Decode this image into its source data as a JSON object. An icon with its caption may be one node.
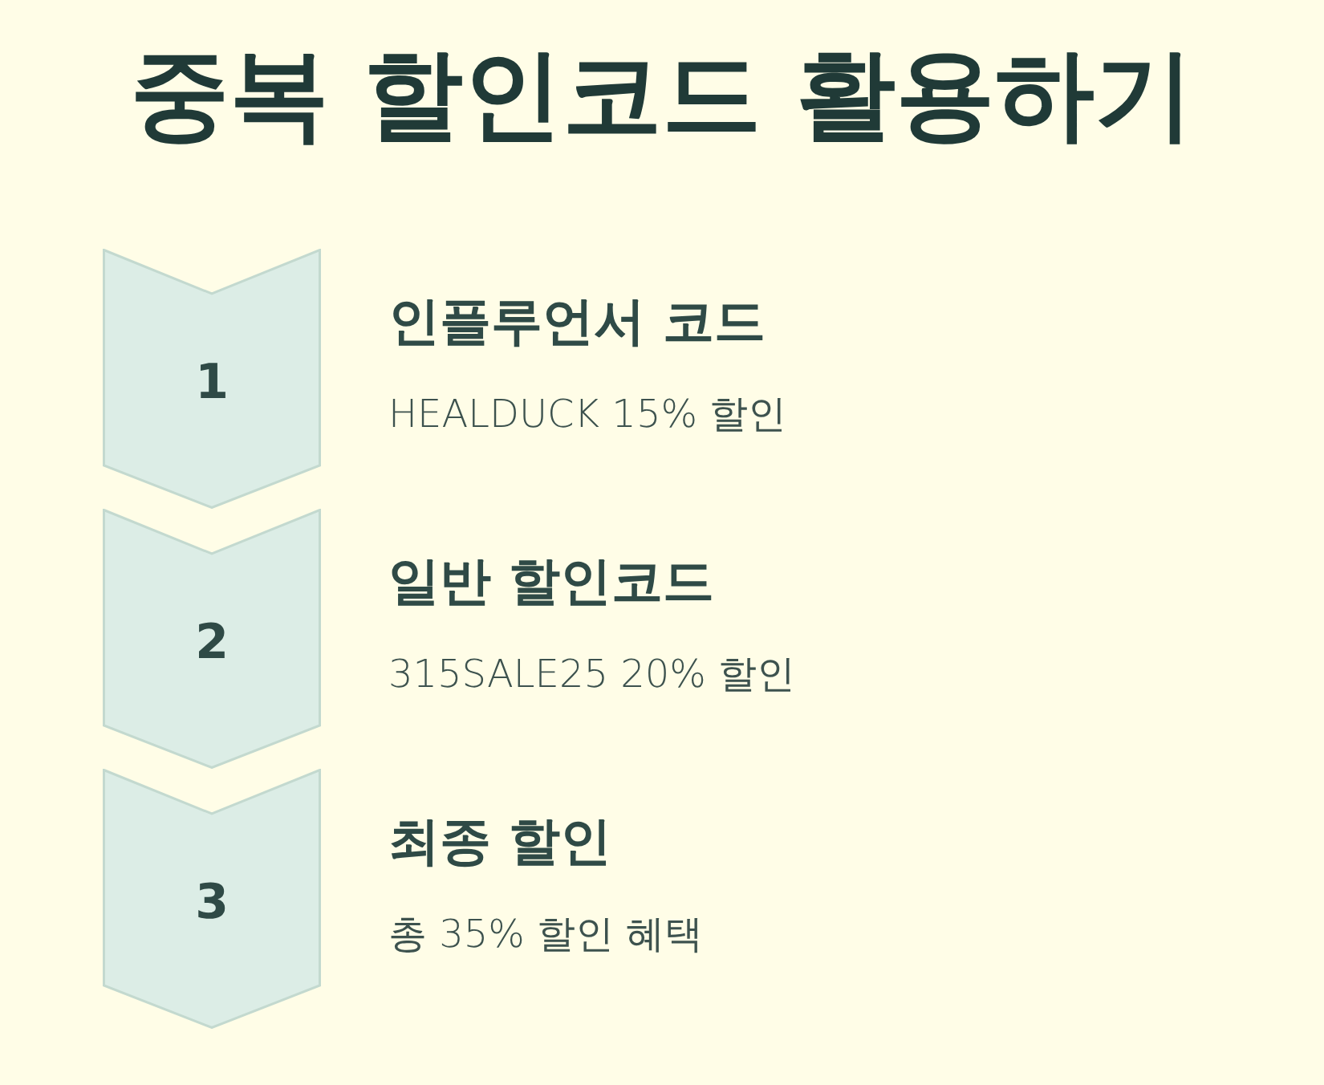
{
  "diagram": {
    "title": "중복 할인코드 활용하기",
    "nodes": [
      {
        "text": [
          "1"
        ],
        "beside": [
          "인플루언서 코드",
          "HEALDUCK 15% 할인"
        ]
      },
      {
        "text": [
          "2"
        ],
        "beside": [
          "일반 할인코드",
          "315SALE25 20% 할인"
        ]
      },
      {
        "text": [
          "3"
        ],
        "beside": [
          "최종 할인",
          "총 35% 할인 혜택"
        ]
      }
    ]
  }
}
